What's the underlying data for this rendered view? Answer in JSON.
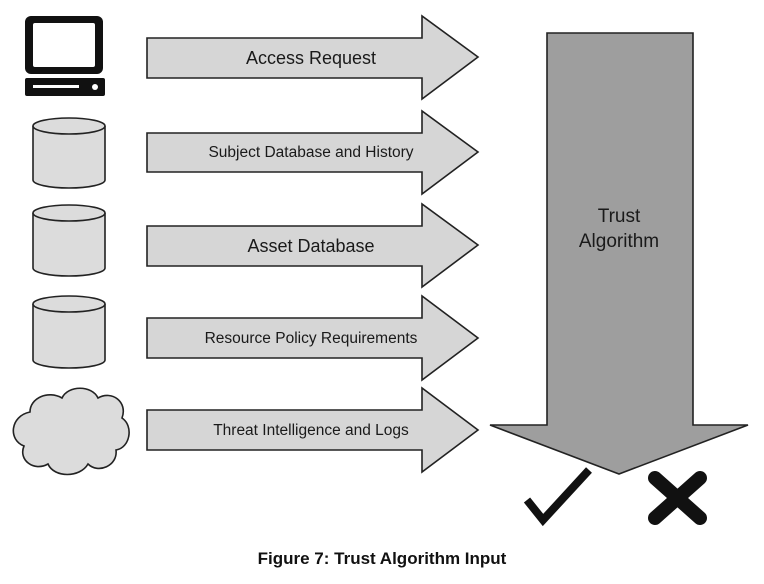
{
  "colors": {
    "arrow_fill": "#d6d6d6",
    "trust_fill": "#9e9e9e",
    "stroke": "#222222",
    "icon_fill": "#dcdcdc",
    "mark": "#111111"
  },
  "inputs": [
    {
      "label": "Access Request",
      "icon": "computer-icon"
    },
    {
      "label": "Subject Database and History",
      "icon": "database-icon"
    },
    {
      "label": "Asset Database",
      "icon": "database-icon"
    },
    {
      "label": "Resource Policy Requirements",
      "icon": "database-icon"
    },
    {
      "label": "Threat Intelligence and Logs",
      "icon": "cloud-icon"
    }
  ],
  "trust_algorithm": {
    "line1": "Trust",
    "line2": "Algorithm"
  },
  "outcomes": [
    {
      "icon": "check-icon"
    },
    {
      "icon": "cross-icon"
    }
  ],
  "caption": "Figure 7: Trust Algorithm Input"
}
